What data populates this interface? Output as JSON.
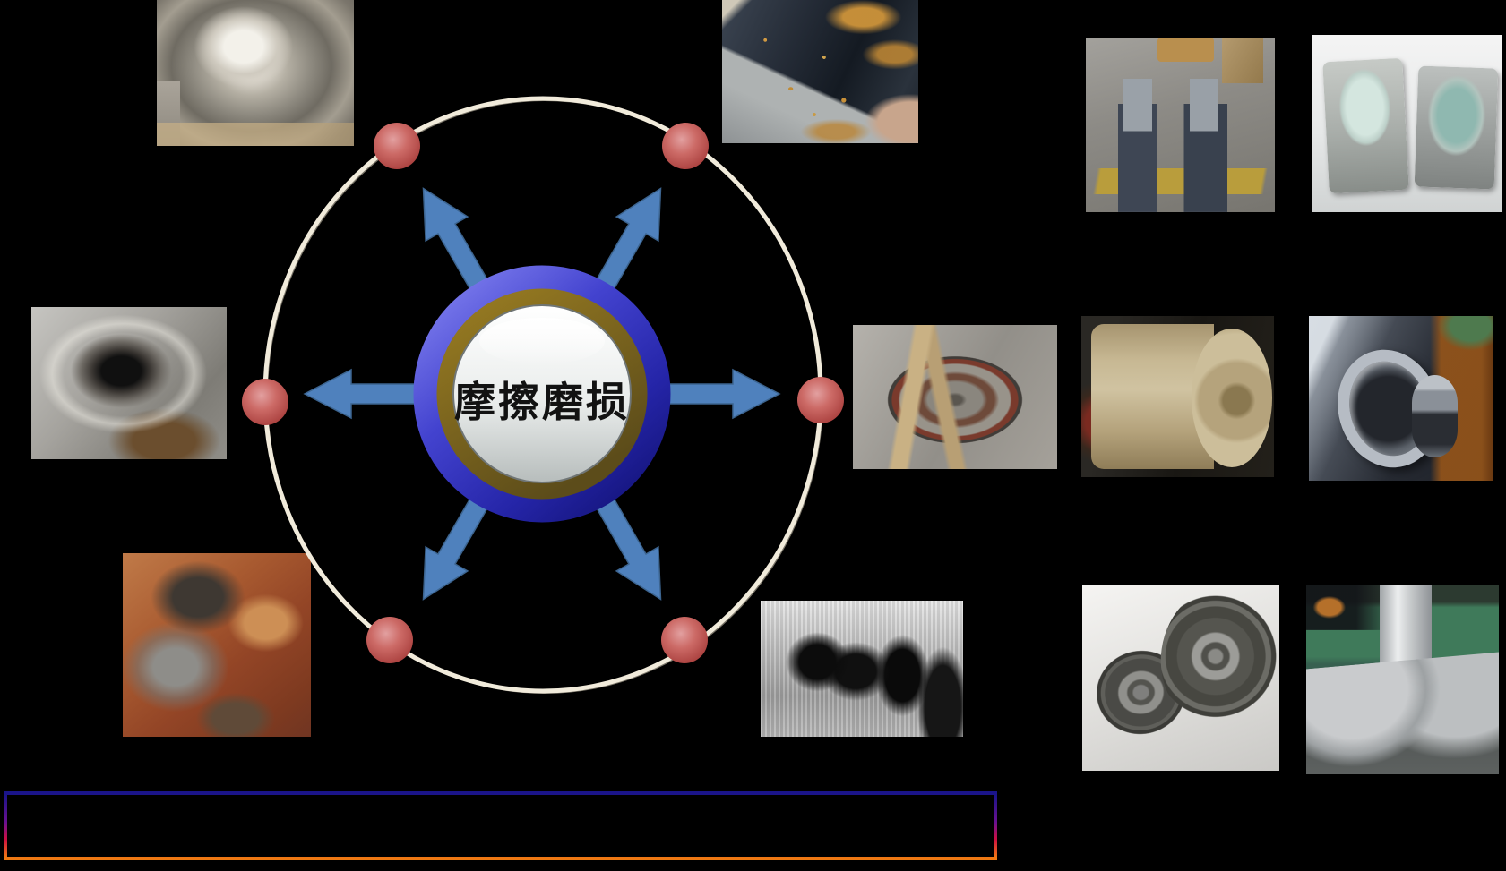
{
  "hub": {
    "label": "摩擦磨损",
    "node_count": 6
  },
  "colors": {
    "background": "#000000",
    "arrow_blue": "#4f81bd",
    "arrow_edge": "#3c648f",
    "node_red": "#c0504d",
    "orbit_ring_cream": "#efe9d8",
    "badge_blue_ring": "#3a3ac8",
    "badge_olive_ring": "#7d671f",
    "badge_face_top": "#ffffff",
    "badge_face_bottom": "#b7bdbc",
    "footer_border_top": "#191489",
    "footer_border_mid": "#cf1040",
    "footer_border_bottom": "#ef7a12"
  },
  "photos": [
    {
      "id": "impeller-worn",
      "alt": "worn silver pump impeller"
    },
    {
      "id": "ring-worn",
      "alt": "dark worn ring with gold abrasive debris"
    },
    {
      "id": "splined-shafts",
      "alt": "two splined shafts standing on concrete floor"
    },
    {
      "id": "injection-molds",
      "alt": "two injection mold halves"
    },
    {
      "id": "worn-bore",
      "alt": "eroded bore in metal casting"
    },
    {
      "id": "impeller-disc",
      "alt": "worn impeller disc strapped on floor"
    },
    {
      "id": "roller",
      "alt": "large roller mounted in machine"
    },
    {
      "id": "steel-rings",
      "alt": "machined steel rings on glass table"
    },
    {
      "id": "rust-erosion",
      "alt": "corroded rusted inner wall"
    },
    {
      "id": "wear-micrograph",
      "alt": "black and white wear scar micrograph"
    },
    {
      "id": "pulleys",
      "alt": "two belt pulleys"
    },
    {
      "id": "propeller",
      "alt": "stainless agitator propeller in workshop"
    }
  ],
  "footer": {
    "text": ""
  }
}
